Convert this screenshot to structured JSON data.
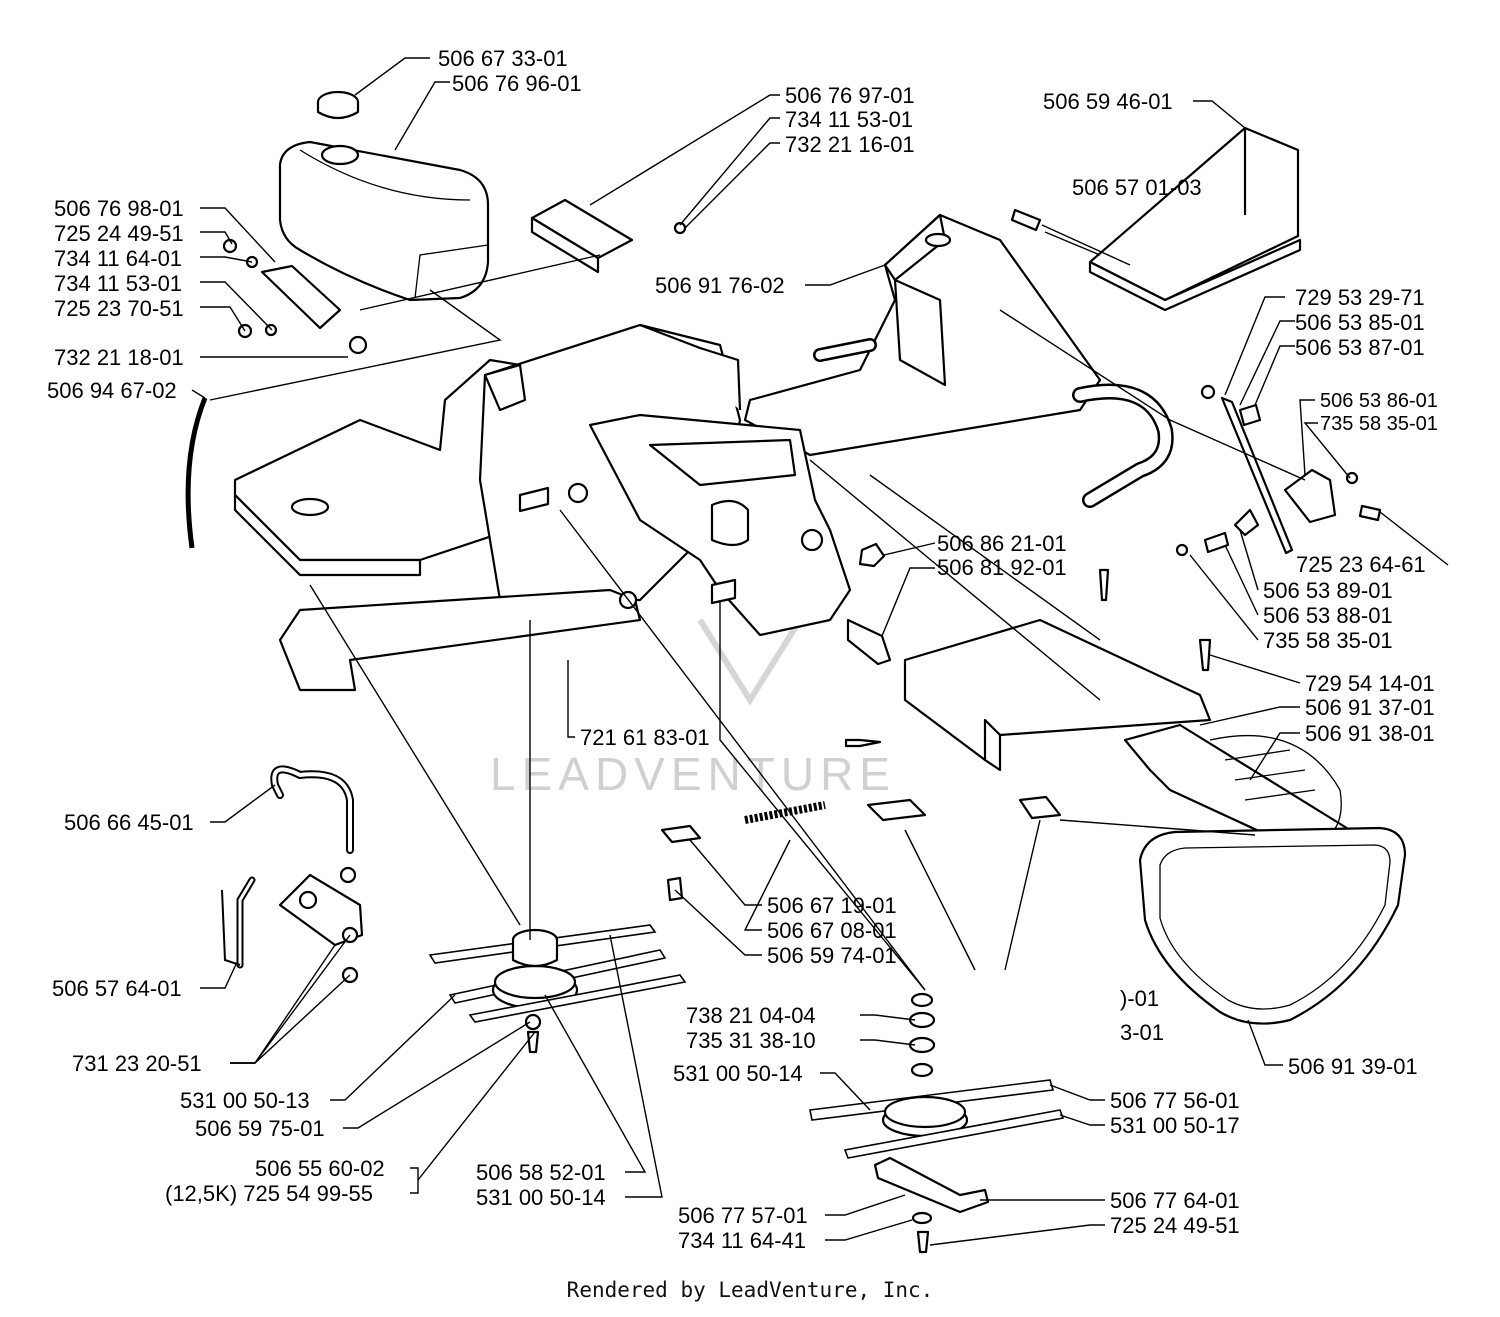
{
  "footer": "Rendered by LeadVenture, Inc.",
  "watermark": "LEADVENTURE",
  "labels": {
    "l01": "506 67 33-01",
    "l02": "506 76 96-01",
    "l03": "506 76 97-01",
    "l04": "734 11 53-01",
    "l05": "732 21 16-01",
    "l06": "506 59 46-01",
    "l07": "506 57 01-03",
    "l08": "506 76 98-01",
    "l09": "725 24 49-51",
    "l10": "734 11 64-01",
    "l11": "734 11 53-01",
    "l12": "725 23 70-51",
    "l13": "732 21 18-01",
    "l14": "506 94 67-02",
    "l15": "506 91 76-02",
    "l16": "729 53 29-71",
    "l17": "506 53 85-01",
    "l18": "506 53 87-01",
    "l19": "506 53 86-01",
    "l20": "735 58 35-01",
    "l21": "725 23 64-61",
    "l22": "506 53 89-01",
    "l23": "506 53 88-01",
    "l24": "735 58 35-01",
    "l25": "506 86 21-01",
    "l26": "506 81 92-01",
    "l27": "729 54 14-01",
    "l28": "506 91 37-01",
    "l29": "506 91 38-01",
    "l30": "721 61 83-01",
    "l31": "506 66 45-01",
    "l32": "506 57 64-01",
    "l33": "731 23 20-51",
    "l34": "531 00 50-13",
    "l35": "506 59 75-01",
    "l36": "506 55 60-02",
    "l37": "(12,5K) 725 54 99-55",
    "l38": "506 58 52-01",
    "l39": "531 00 50-14",
    "l40": "506 67 19-01",
    "l41": "506 67 08-01",
    "l42": "506 59 74-01",
    "l43": "738 21 04-04",
    "l44": "735 31 38-10",
    "l45": "531 00 50-14",
    "l46": "506 77 56-01",
    "l47": "531 00 50-17",
    "l48": "506 77 57-01",
    "l49": "734 11 64-41",
    "l50": "506 77 64-01",
    "l51": "725 24 49-51",
    "l52": "506 91 39-01",
    "l53": ")-01",
    "l54": "3-01"
  }
}
